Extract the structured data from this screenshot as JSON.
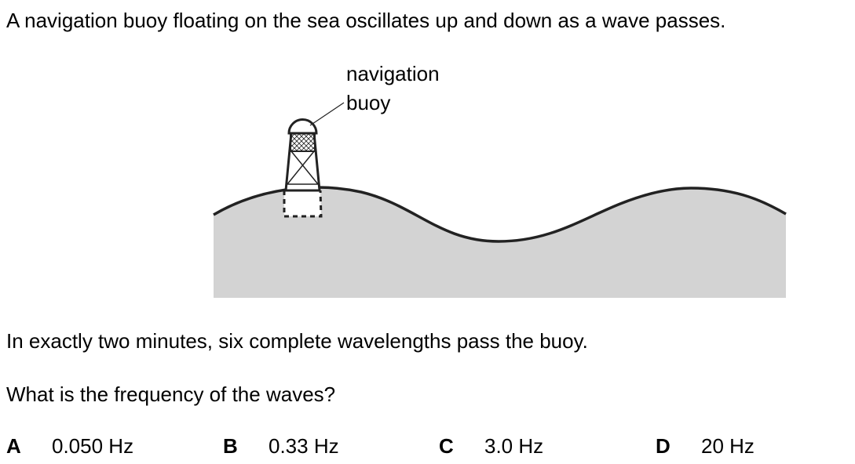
{
  "question": {
    "intro": "A navigation buoy floating on the sea oscillates up and down as a wave passes.",
    "given": "In exactly two minutes, six complete wavelengths pass the buoy.",
    "prompt": "What is the frequency of the waves?"
  },
  "diagram": {
    "label_line1": "navigation",
    "label_line2": "buoy",
    "colors": {
      "sea": "#d3d3d3",
      "outline": "#222222"
    }
  },
  "options": [
    {
      "letter": "A",
      "value": "0.050 Hz"
    },
    {
      "letter": "B",
      "value": "0.33 Hz"
    },
    {
      "letter": "C",
      "value": "3.0 Hz"
    },
    {
      "letter": "D",
      "value": "20 Hz"
    }
  ]
}
